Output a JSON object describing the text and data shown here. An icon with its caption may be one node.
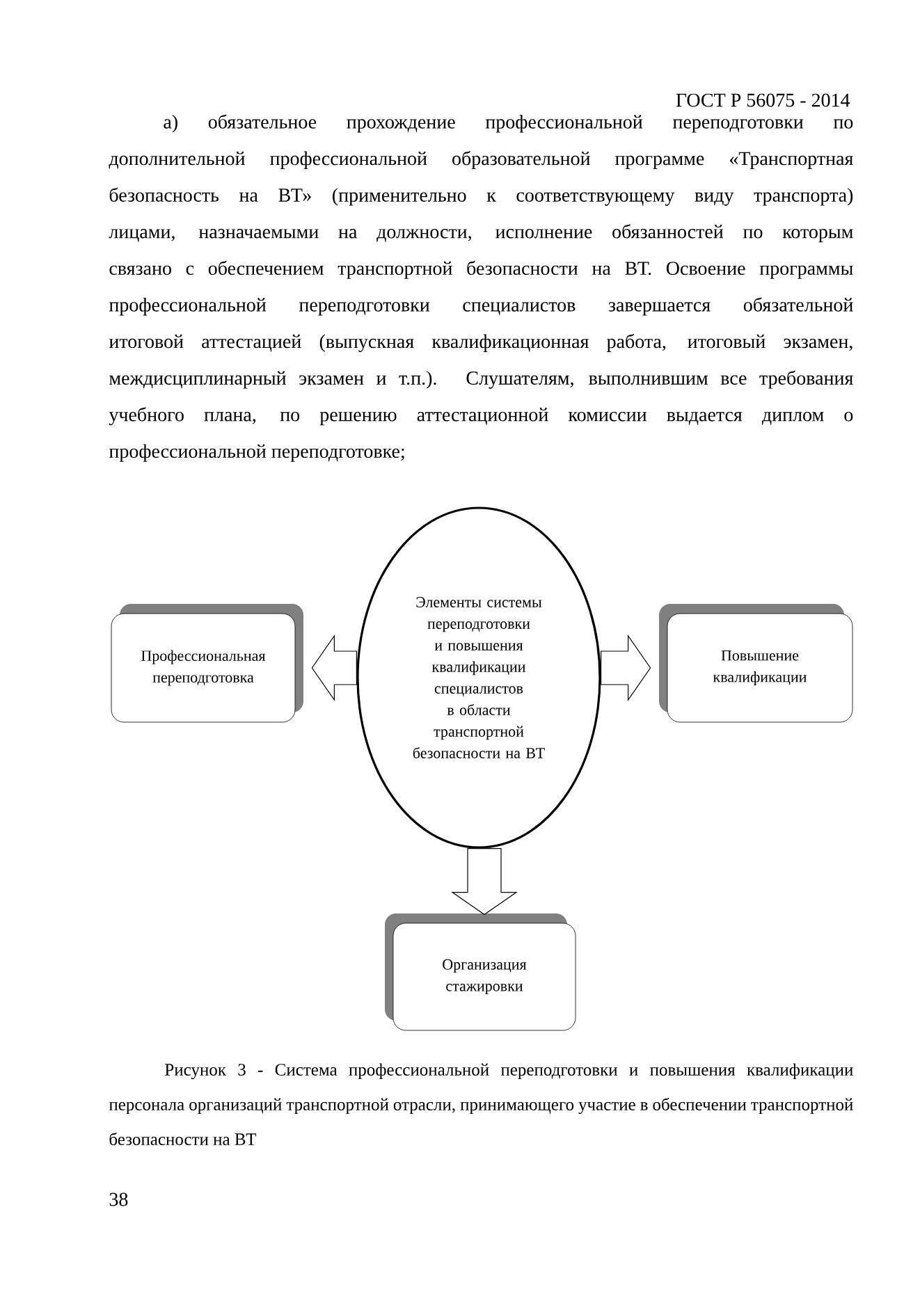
{
  "diagram": {
    "caption": "Рисунок 3 - Система профессиональной переподготовки и повышения квалификации персонала организаций транспортной отрасли, принимающего участие в обеспечении транспортной безопасности на ВТ",
    "nodes": [
      {
        "text": [
          "Элементы системы переподготовки и повышения квалификации специалистов в области транспортной безопасности на ВТ"
        ]
      },
      {
        "text": [
          "Профессиональная переподготовка"
        ]
      },
      {
        "text": [
          "Повышение квалификации"
        ]
      },
      {
        "text": [
          "Организация стажировки"
        ]
      }
    ],
    "edges": [
      {
        "from": 0,
        "to": 1,
        "arrow": "to"
      },
      {
        "from": 0,
        "to": 2,
        "arrow": "to"
      },
      {
        "from": 0,
        "to": 3,
        "arrow": "to"
      }
    ],
    "labels": [
      "ГОСТ Р 56075 - 2014",
      "а) обязательное прохождение профессиональной переподготовки по дополнительной профессиональной образовательной программе «Транспортная безопасность на ВТ» (применительно к соответствующему виду транспорта) лицами, назначаемыми на должности, исполнение обязанностей по которым связано с обеспечением транспортной безопасности на ВТ. Освоение программы профессиональной переподготовки специалистов завершается обязательной итоговой аттестацией (выпускная квалификационная работа, итоговый экзамен, междисциплинарный экзамен и т.п.). Слушателям, выполнившим все требования учебного плана, по решению аттестационной комиссии выдается диплом о профессиональной переподготовке;",
      "38"
    ]
  }
}
